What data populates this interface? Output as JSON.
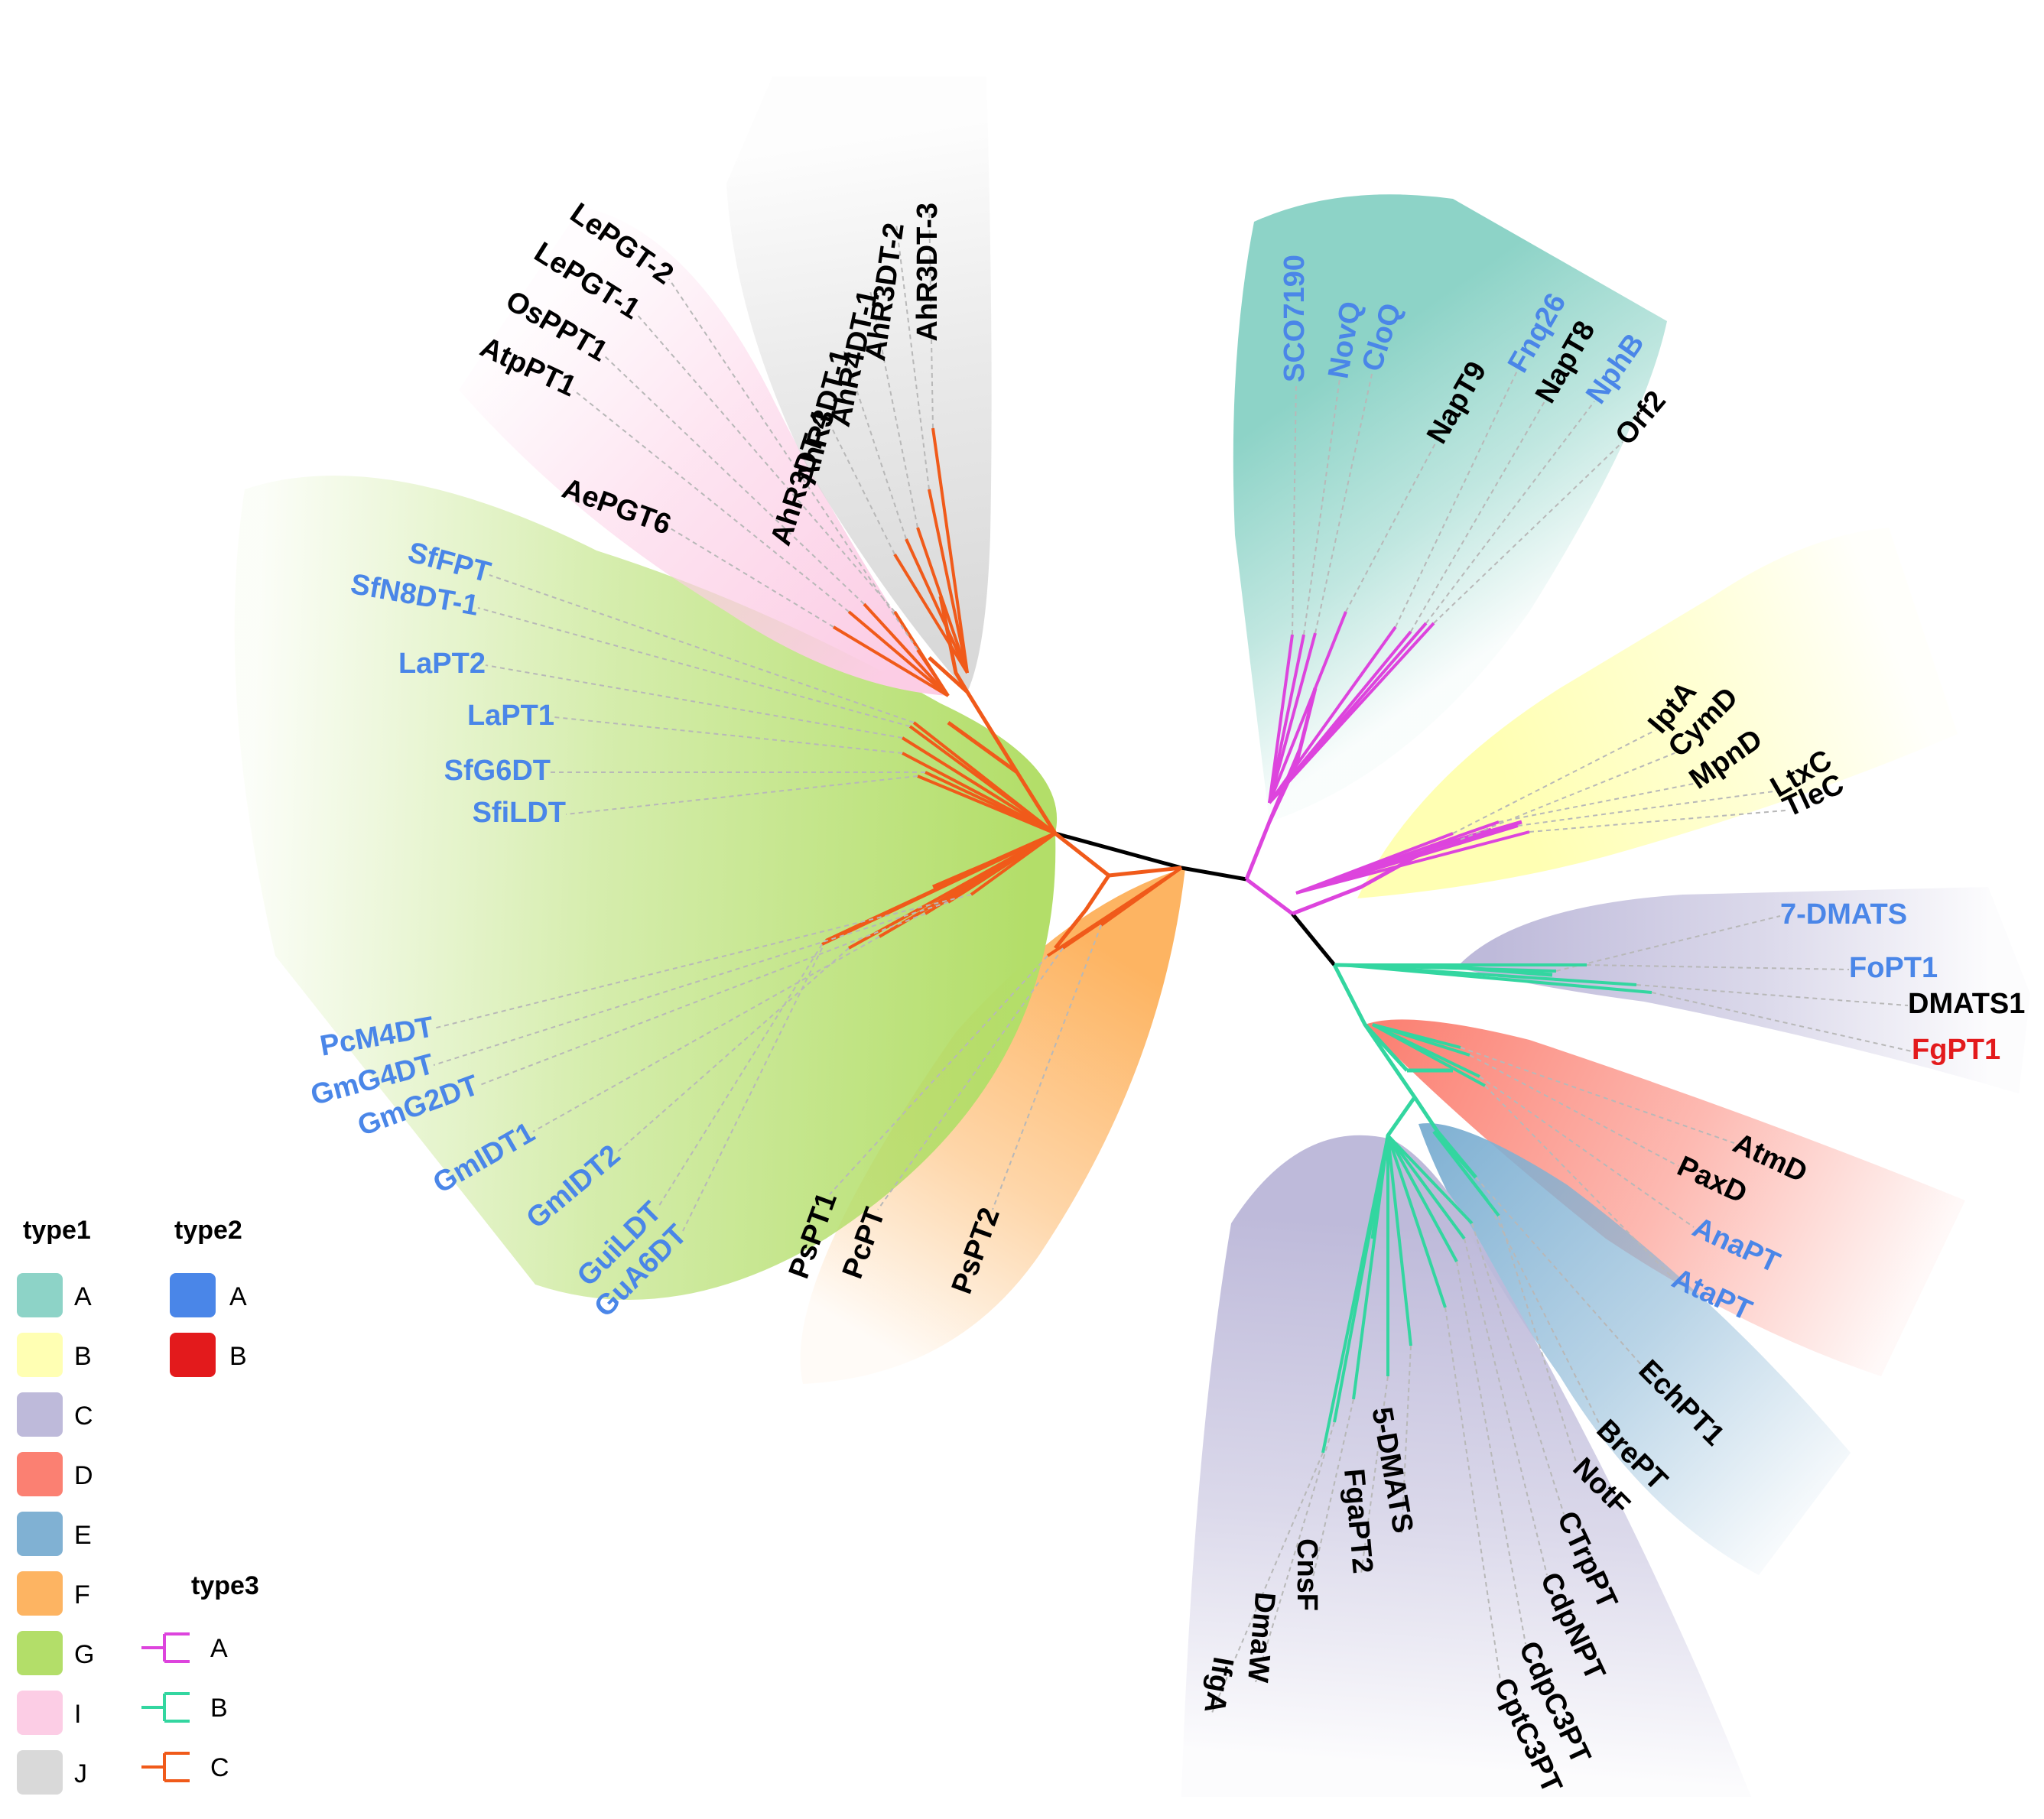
{
  "colors": {
    "type1": {
      "A": "#8dd3c7",
      "B": "#ffffb3",
      "C": "#bebada",
      "D": "#fb8072",
      "E": "#80b1d3",
      "F": "#fdb462",
      "G": "#b3de69",
      "I": "#fccde5",
      "J": "#d9d9d9"
    },
    "type2": {
      "A": "#4a86e8",
      "B": "#e31a1c"
    },
    "type3": {
      "A": "#dd44dd",
      "B": "#33d6a0",
      "C": "#f05a1a"
    },
    "root_branch": "#000000",
    "default_label": "#000000"
  },
  "legend": {
    "type1": {
      "title": "type1",
      "items": [
        "A",
        "B",
        "C",
        "D",
        "E",
        "F",
        "G",
        "I",
        "J"
      ]
    },
    "type2": {
      "title": "type2",
      "items": [
        "A",
        "B"
      ]
    },
    "type3": {
      "title": "type3",
      "items": [
        "A",
        "B",
        "C"
      ]
    }
  },
  "clades": [
    {
      "id": "clade-A",
      "type1": "A",
      "type3": "A",
      "leaves": [
        {
          "label": "SCO7190",
          "type2": "A"
        },
        {
          "label": "NovQ",
          "type2": "A"
        },
        {
          "label": "CloQ",
          "type2": "A"
        },
        {
          "label": "NapT9",
          "type2": null
        },
        {
          "label": "Fnq26",
          "type2": "A"
        },
        {
          "label": "NapT8",
          "type2": null
        },
        {
          "label": "NphB",
          "type2": "A"
        },
        {
          "label": "Orf2",
          "type2": null
        }
      ]
    },
    {
      "id": "clade-B",
      "type1": "B",
      "type3": "A",
      "leaves": [
        {
          "label": "IptA",
          "type2": null
        },
        {
          "label": "CymD",
          "type2": null
        },
        {
          "label": "MpnD",
          "type2": null
        },
        {
          "label": "LtxC",
          "type2": null
        },
        {
          "label": "TleC",
          "type2": null
        }
      ]
    },
    {
      "id": "clade-C1",
      "type1": "C",
      "type3": "B",
      "leaves": [
        {
          "label": "7-DMATS",
          "type2": "A"
        },
        {
          "label": "FoPT1",
          "type2": "A"
        },
        {
          "label": "DMATS1",
          "type2": null
        },
        {
          "label": "FgPT1",
          "type2": "B"
        }
      ]
    },
    {
      "id": "clade-D",
      "type1": "D",
      "type3": "B",
      "leaves": [
        {
          "label": "AtmD",
          "type2": null
        },
        {
          "label": "PaxD",
          "type2": null
        },
        {
          "label": "AnaPT",
          "type2": "A"
        },
        {
          "label": "AtaPT",
          "type2": "A"
        }
      ]
    },
    {
      "id": "clade-E",
      "type1": "E",
      "type3": "B",
      "leaves": [
        {
          "label": "EchPT1",
          "type2": null
        },
        {
          "label": "BrePT",
          "type2": null
        },
        {
          "label": "NotF",
          "type2": null
        }
      ]
    },
    {
      "id": "clade-C2",
      "type1": "C",
      "type3": "B",
      "leaves": [
        {
          "label": "CTrpPT",
          "type2": null
        },
        {
          "label": "CdpNPT",
          "type2": null
        },
        {
          "label": "CdpC3PT",
          "type2": null
        },
        {
          "label": "CptC3PT",
          "type2": null
        },
        {
          "label": "5-DMATS",
          "type2": null
        },
        {
          "label": "FgaPT2",
          "type2": null
        },
        {
          "label": "CnsF",
          "type2": null
        },
        {
          "label": "DmaW",
          "type2": null
        },
        {
          "label": "IfgA",
          "type2": null
        }
      ]
    },
    {
      "id": "clade-F",
      "type1": "F",
      "type3": "C",
      "leaves": [
        {
          "label": "PsPT2",
          "type2": null
        },
        {
          "label": "PcPT",
          "type2": null
        },
        {
          "label": "PsPT1",
          "type2": null
        }
      ]
    },
    {
      "id": "clade-G",
      "type1": "G",
      "type3": "C",
      "leaves": [
        {
          "label": "GuA6DT",
          "type2": "A"
        },
        {
          "label": "GuiLDT",
          "type2": "A"
        },
        {
          "label": "GmIDT2",
          "type2": "A"
        },
        {
          "label": "GmIDT1",
          "type2": "A"
        },
        {
          "label": "GmG2DT",
          "type2": "A"
        },
        {
          "label": "GmG4DT",
          "type2": "A"
        },
        {
          "label": "PcM4DT",
          "type2": "A"
        },
        {
          "label": "SfiLDT",
          "type2": "A"
        },
        {
          "label": "SfG6DT",
          "type2": "A"
        },
        {
          "label": "LaPT1",
          "type2": "A"
        },
        {
          "label": "LaPT2",
          "type2": "A"
        },
        {
          "label": "SfN8DT-1",
          "type2": "A"
        },
        {
          "label": "SfFPT",
          "type2": "A"
        }
      ]
    },
    {
      "id": "clade-I",
      "type1": "I",
      "type3": "C",
      "leaves": [
        {
          "label": "AePGT6",
          "type2": null
        },
        {
          "label": "AtpPT1",
          "type2": null
        },
        {
          "label": "OsPPT1",
          "type2": null
        },
        {
          "label": "LePGT-1",
          "type2": null
        },
        {
          "label": "LePGT-2",
          "type2": null
        }
      ]
    },
    {
      "id": "clade-J",
      "type1": "J",
      "type3": "C",
      "leaves": [
        {
          "label": "AhR3DT-4",
          "type2": null
        },
        {
          "label": "AhR3DT-1",
          "type2": null
        },
        {
          "label": "AhR4DT-1",
          "type2": null
        },
        {
          "label": "AhR3DT-2",
          "type2": null
        },
        {
          "label": "AhR3DT-3",
          "type2": null
        }
      ]
    }
  ]
}
